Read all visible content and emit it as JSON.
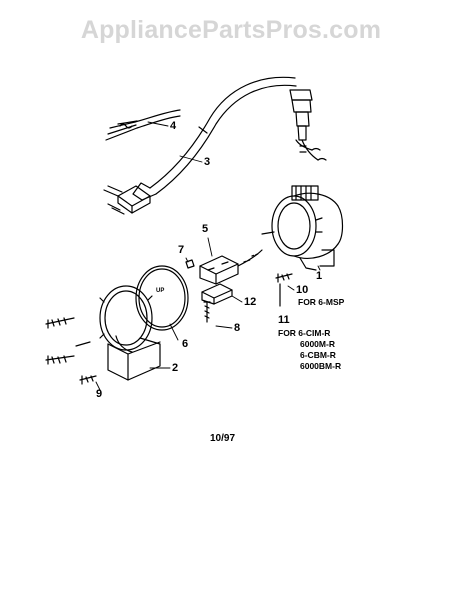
{
  "watermark": "AppliancePartsPros.com",
  "callouts": {
    "c1": "1",
    "c2": "2",
    "c3": "3",
    "c4": "4",
    "c5": "5",
    "c6": "6",
    "c7": "7",
    "c8": "8",
    "c9": "9",
    "c10": "10",
    "c11": "11",
    "c12": "12"
  },
  "notes": {
    "n10": "FOR 6-MSP",
    "n11_line1": "FOR 6-CIM-R",
    "n11_line2": "6000M-R",
    "n11_line3": "6-CBM-R",
    "n11_line4": "6000BM-R"
  },
  "gasket_mark": "UP",
  "footer_date": "10/97"
}
